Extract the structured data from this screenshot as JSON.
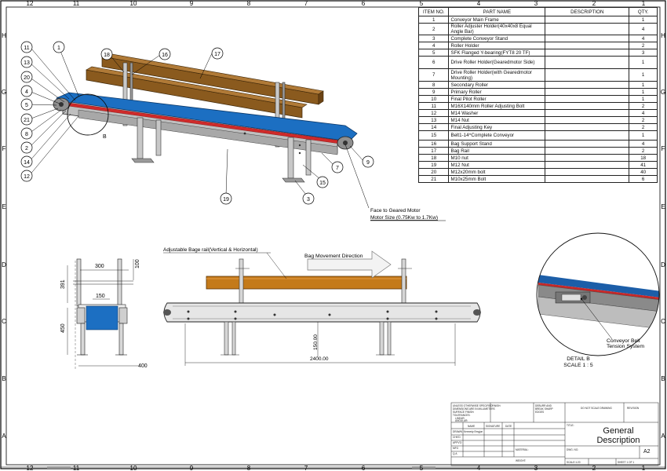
{
  "border": {
    "top_numbers": [
      "12",
      "11",
      "10",
      "9",
      "8",
      "7",
      "6",
      "5",
      "4",
      "3",
      "2",
      "1"
    ],
    "bottom_numbers": [
      "12",
      "11",
      "10",
      "9",
      "8",
      "7",
      "6",
      "5",
      "4",
      "3",
      "2",
      "1"
    ],
    "side_letters": [
      "H",
      "G",
      "F",
      "E",
      "D",
      "C",
      "B",
      "A"
    ]
  },
  "bom": {
    "headers": [
      "ITEM NO.",
      "PART NAME",
      "DESCRIPTION",
      "QTY."
    ],
    "rows": [
      {
        "no": "1",
        "name": "Conveyor Main Frame",
        "qty": "1"
      },
      {
        "no": "2",
        "name": "Roller Adjuster Holder(40x40x8 Equal Angle Bar)",
        "qty": "4"
      },
      {
        "no": "3",
        "name": "Complete Conveyor Stand",
        "qty": "4"
      },
      {
        "no": "4",
        "name": "Roller Holder",
        "qty": "2"
      },
      {
        "no": "5",
        "name": "SFK Flanged Y-bearing(FYT8 20 TF)",
        "qty": "3"
      },
      {
        "no": "6",
        "name": "Drive Roller Holder(Gearedmotor Side)",
        "qty": "1"
      },
      {
        "no": "7",
        "name": "Drive Roller Holder(with Gearedmotor Mounting)",
        "qty": "1"
      },
      {
        "no": "8",
        "name": "Secondary Roller",
        "qty": "1"
      },
      {
        "no": "9",
        "name": "Primary Roller",
        "qty": "1"
      },
      {
        "no": "10",
        "name": "Final Pilot Roller",
        "qty": "1"
      },
      {
        "no": "11",
        "name": "M16X140mm Roller Adjusting Bolt",
        "qty": "2"
      },
      {
        "no": "12",
        "name": "M14 Washer",
        "qty": "4"
      },
      {
        "no": "13",
        "name": "M14 Nut",
        "qty": "2"
      },
      {
        "no": "14",
        "name": "Final Adjusting Key",
        "qty": "2"
      },
      {
        "no": "15",
        "name": "Belt1-14^Complete Conveyor",
        "qty": "1"
      },
      {
        "no": "16",
        "name": "Bag Support Stand",
        "qty": "4"
      },
      {
        "no": "17",
        "name": "Bag Rail",
        "qty": "2"
      },
      {
        "no": "18",
        "name": "M10 nut",
        "qty": "18"
      },
      {
        "no": "19",
        "name": "M12 Nut",
        "qty": "41"
      },
      {
        "no": "20",
        "name": "M12x20mm bolt",
        "qty": "40"
      },
      {
        "no": "21",
        "name": "M10x25mm Bolt",
        "qty": "6"
      }
    ]
  },
  "iso_view": {
    "balloons_left": [
      "11",
      "13",
      "1",
      "20",
      "4",
      "5",
      "21",
      "8",
      "2",
      "14",
      "12"
    ],
    "balloon_18": "18",
    "balloon_16": "16",
    "balloon_17": "17",
    "balloon_19": "19",
    "balloon_3": "3",
    "balloon_15": "15",
    "balloon_7": "7",
    "balloon_9": "9",
    "detail_letter": "B",
    "motor_note_1": "Face to Geared Motor",
    "motor_note_2": "Motor Size (0.75Kw to 1.7Kw)"
  },
  "side_view": {
    "dim_300": "300",
    "dim_100": "100",
    "dim_391": "391",
    "dim_150": "150",
    "dim_450": "450",
    "dim_400": "400"
  },
  "front_view": {
    "rail_note": "Adjustable Bage rail(Vertical & Horizontal)",
    "movement_label": "Bag Movement Direction",
    "dim_150": "150.00",
    "dim_2400": "2400.00"
  },
  "detail_view": {
    "callout_1": "Conveyor Belt",
    "callout_2": "Tension System",
    "title": "DETAIL B",
    "scale": "SCALE 1 : 5"
  },
  "title_block": {
    "title_line1": "General",
    "title_line2": "Description",
    "sheet_size": "A2",
    "drawn_name": "Kennedy Emgjon",
    "do_not_scale": "DO NOT SCALE DRAWING",
    "revision": "REVISION",
    "sheet": "SHEET 1 OF 1",
    "scale": "SCALE:1:20",
    "material": "MATERIAL:",
    "dwg_no": "DWG. NO.",
    "weight": "WEIGHT:",
    "notes_1": "UNLESS OTHERWISE SPECIFIED:",
    "notes_2": "DIMENSIONS ARE IN MILLIMETERS",
    "notes_3": "SURFACE FINISH:",
    "notes_4": "TOLERANCES:",
    "notes_5": "LINEAR:",
    "notes_6": "ANGULAR:",
    "finish": "FINISH:",
    "deburr_1": "DEBURR AND",
    "deburr_2": "BREAK SHARP",
    "deburr_3": "EDGES",
    "col_name": "NAME",
    "col_signature": "SIGNATURE",
    "col_date": "DATE",
    "row_drawn": "DRAWN",
    "row_chkd": "CHK'D",
    "row_appvd": "APPV'D",
    "row_mfg": "MFG",
    "row_qa": "Q.A",
    "title_label": "TITLE:"
  }
}
